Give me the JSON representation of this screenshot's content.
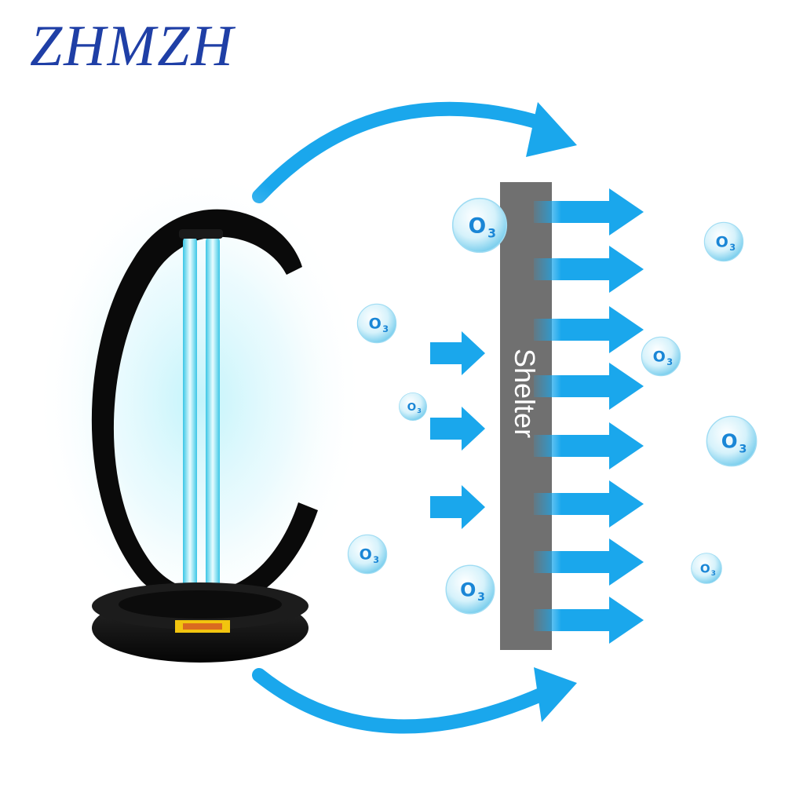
{
  "brand": {
    "text": "ZHMZH",
    "color": "#1f3fa6"
  },
  "shelter": {
    "label": "Shelter",
    "color": "#707070"
  },
  "molecule": {
    "symbol": "O",
    "subscript": "3"
  },
  "colors": {
    "arrow": "#1aa7ec",
    "arrow_dark": "#0d8fe0",
    "uv_glow": "#6fd8f0",
    "lamp_body": "#0a0a0a"
  },
  "icons": {
    "lamp": "uv-lamp-icon",
    "arrow": "right-arrow-icon",
    "bubble": "ozone-bubble-icon"
  }
}
